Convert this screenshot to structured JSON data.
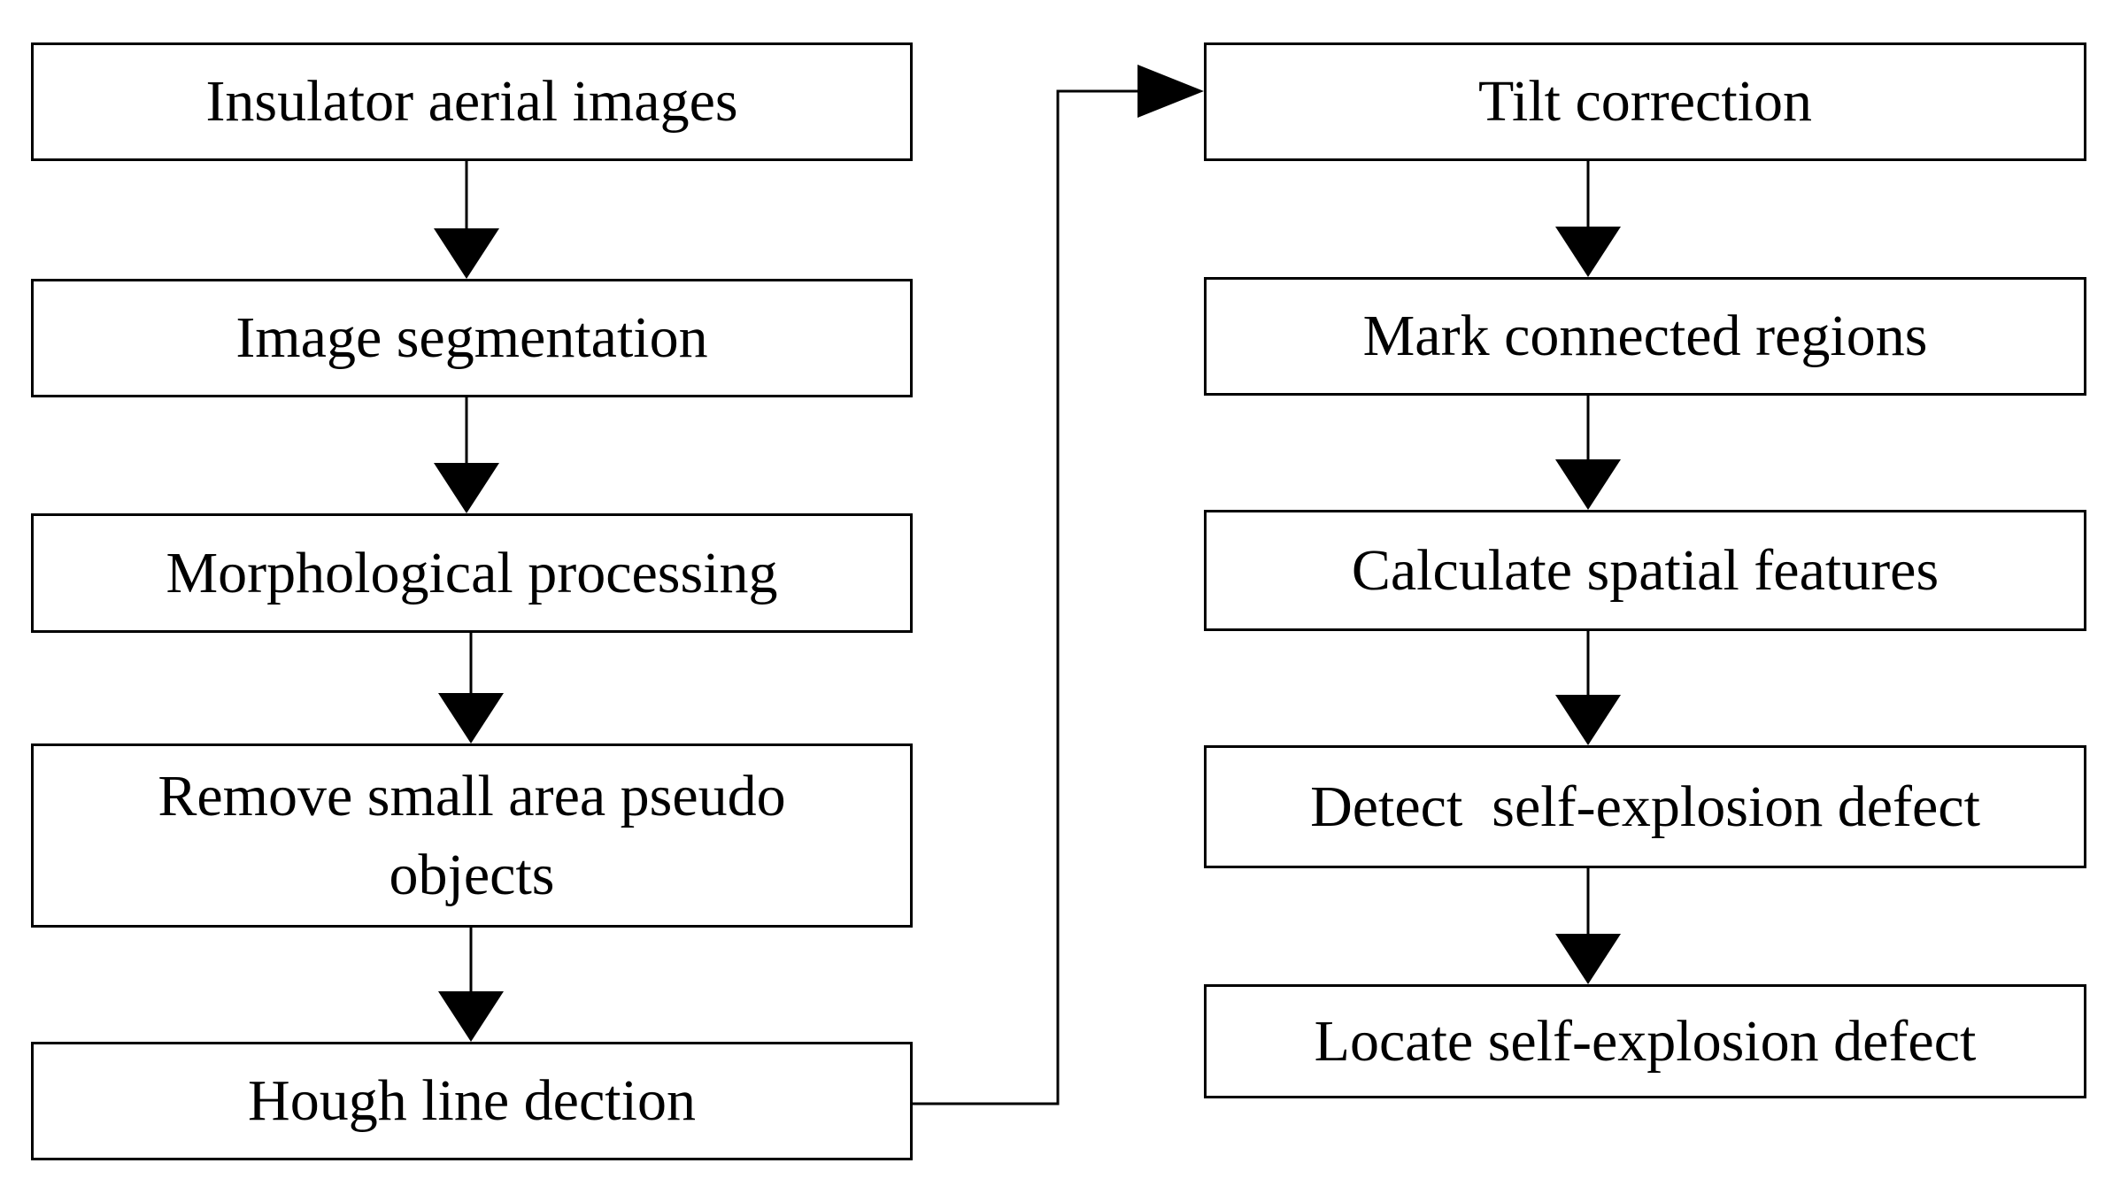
{
  "flowchart": {
    "left_steps": [
      "Insulator aerial images",
      "Image segmentation",
      "Morphological processing",
      "Remove small area pseudo\nobjects",
      "Hough line dection"
    ],
    "right_steps": [
      "Tilt correction",
      "Mark connected regions",
      "Calculate spatial features",
      "Detect  self-explosion defect",
      "Locate self-explosion defect"
    ]
  }
}
